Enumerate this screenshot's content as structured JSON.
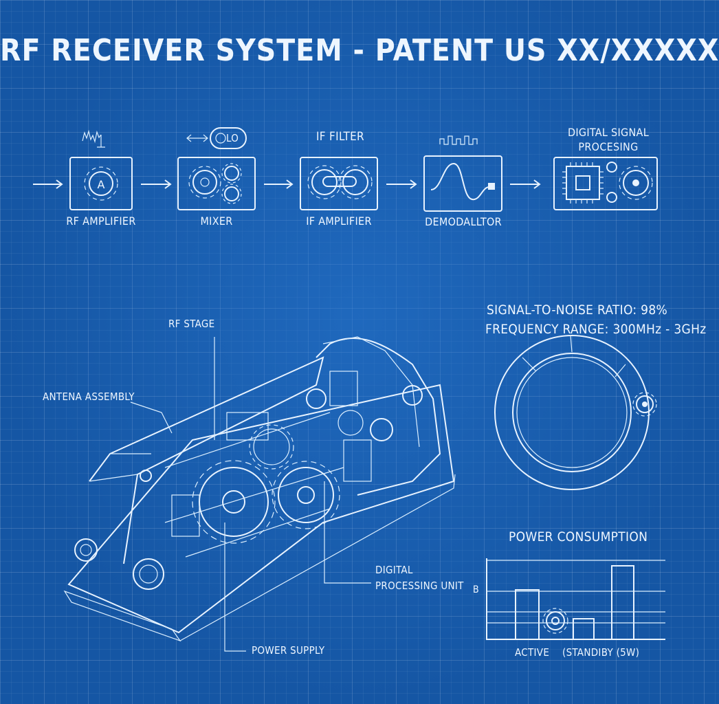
{
  "title": "RF RECEIVER SYSTEM - PATENT US XX/XXXXX",
  "blocks": [
    {
      "label": "RF AMPLIFIER",
      "top_label": "",
      "icon": "gear-icon"
    },
    {
      "label": "MIXER",
      "top_label": "LO",
      "icon": "gears-icon"
    },
    {
      "label": "IF AMPLIFIER",
      "top_label": "IF FILTER",
      "icon": "gears-icon"
    },
    {
      "label": "DEMODALLTOR",
      "top_label": "",
      "icon": "waveform-icon"
    },
    {
      "label": "",
      "top_label": "DIGITAL SIGNAL PROCESING",
      "icon": "chip-icon"
    }
  ],
  "rf_amp_symbol": "A",
  "annotations": {
    "rf_stage": "RF STAGE",
    "antenna": "ANTENA ASSEMBLY",
    "digital_1": "DIGITAL",
    "digital_2": "PROCESSING UNIT",
    "power_supply": "POWER SUPPLY"
  },
  "specs": {
    "snr": "SIGNAL-TO-NOISE RATIO: 98%",
    "freq": "FREQUENCY RANGE: 300MHz - 3GHz"
  },
  "power_chart": {
    "title": "POWER CONSUMPTION",
    "y_tick": "B",
    "x_label_1": "ACTIVE",
    "x_label_2": "(STANDIBY (5W)"
  },
  "colors": {
    "background": "#1556a4",
    "line": "#e8f3ff"
  }
}
